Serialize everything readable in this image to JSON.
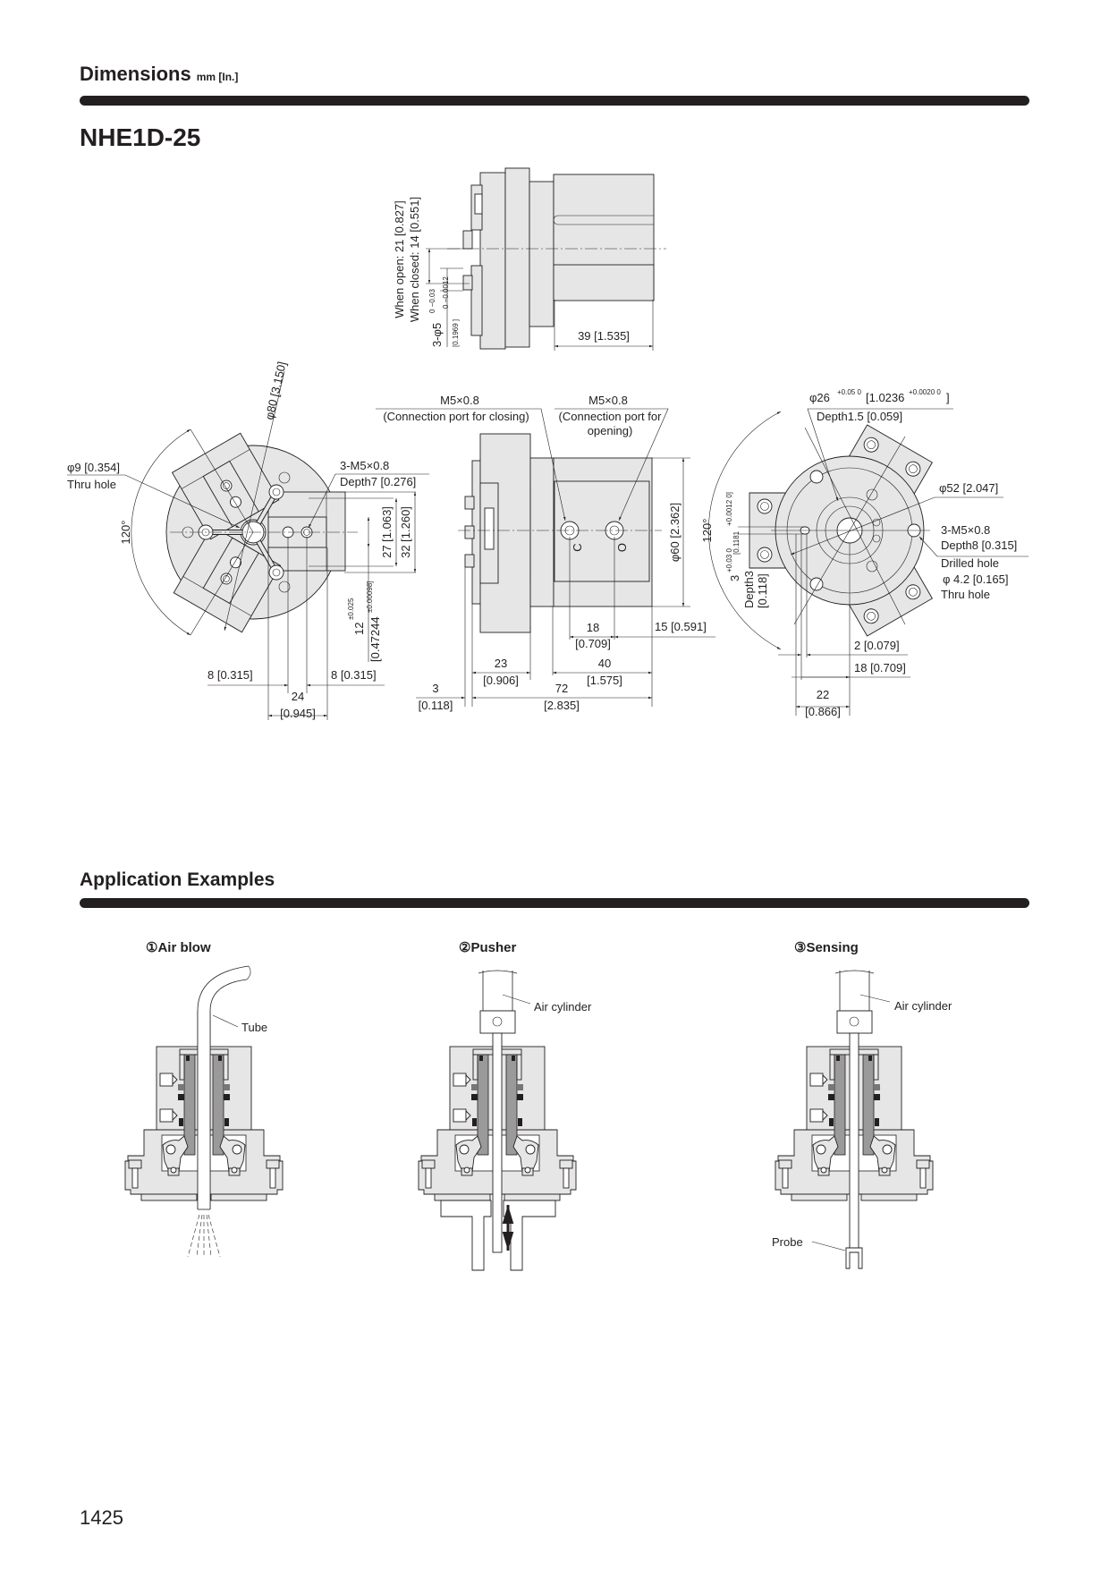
{
  "header": {
    "section_title": "Dimensions",
    "units": "mm [In.]",
    "model": "NHE1D-25"
  },
  "top_view": {
    "open_label": "When open: 21 [0.827]",
    "closed_label": "When closed: 14 [0.551]",
    "pin_label": "3-φ5",
    "pin_tol": "0 −0.03",
    "pin_inch": "[0.1969   ]",
    "pin_inch_tol": "0 −0.0012",
    "length": "39 [1.535]"
  },
  "front_view": {
    "hole_dia": "φ9 [0.354]",
    "hole_note": "Thru hole",
    "tap": "3-M5×0.8",
    "tap_depth": "Depth7 [0.276]",
    "dim_27": "27 [1.063]",
    "dim_32": "32 [1.260]",
    "dim_12": "12",
    "dim_12_tol": "±0.025",
    "dim_12_in": "[0.47244",
    "dim_12_in_tol": "±0.00098]",
    "dim_8_left": "8 [0.315]",
    "dim_8_right": "8 [0.315]",
    "dim_24": "24",
    "dim_24_in": "[0.945]",
    "dia_80": "φ80 [3.150]",
    "angle": "120°"
  },
  "side_view": {
    "port_close_thread": "M5×0.8",
    "port_close_note": "(Connection port for closing)",
    "port_open_thread": "M5×0.8",
    "port_open_note_1": "(Connection port for",
    "port_open_note_2": "opening)",
    "port_c": "C",
    "port_o": "O",
    "dia_60": "φ60 [2.362]",
    "dim_18": "18",
    "dim_18_in": "[0.709]",
    "dim_15": "15 [0.591]",
    "dim_23": "23",
    "dim_23_in": "[0.906]",
    "dim_40": "40",
    "dim_40_in": "[1.575]",
    "dim_3": "3",
    "dim_3_in": "[0.118]",
    "dim_72": "72",
    "dim_72_in": "[2.835]"
  },
  "rear_view": {
    "bore": "φ26",
    "bore_tol": "+0.05 0",
    "bore_in": "[1.0236",
    "bore_in_tol": "+0.0020 0",
    "bore_in_close": "]",
    "bore_depth": "Depth1.5 [0.059]",
    "dia_52": "φ52 [2.047]",
    "tap": "3-M5×0.8",
    "tap_depth": "Depth8 [0.315]",
    "drill": "Drilled hole",
    "drill_dia": "φ 4.2 [0.165]",
    "drill_note": "Thru hole",
    "angle": "120°",
    "pin": "3",
    "pin_tol": "+0.03 0",
    "pin_in": "[0.1181",
    "pin_in_tol": "+0.0012 0]",
    "pin_depth": "Depth3",
    "pin_depth_in": "[0.118]",
    "dim_2": "2 [0.079]",
    "dim_18": "18 [0.709]",
    "dim_22": "22",
    "dim_22_in": "[0.866]"
  },
  "applications": {
    "title": "Application Examples",
    "examples": [
      {
        "label": "①Air blow",
        "callout": "Tube"
      },
      {
        "label": "②Pusher",
        "callout": "Air cylinder"
      },
      {
        "label": "③Sensing",
        "callout": "Air cylinder",
        "callout_2": "Probe"
      }
    ]
  },
  "page_number": "1425"
}
